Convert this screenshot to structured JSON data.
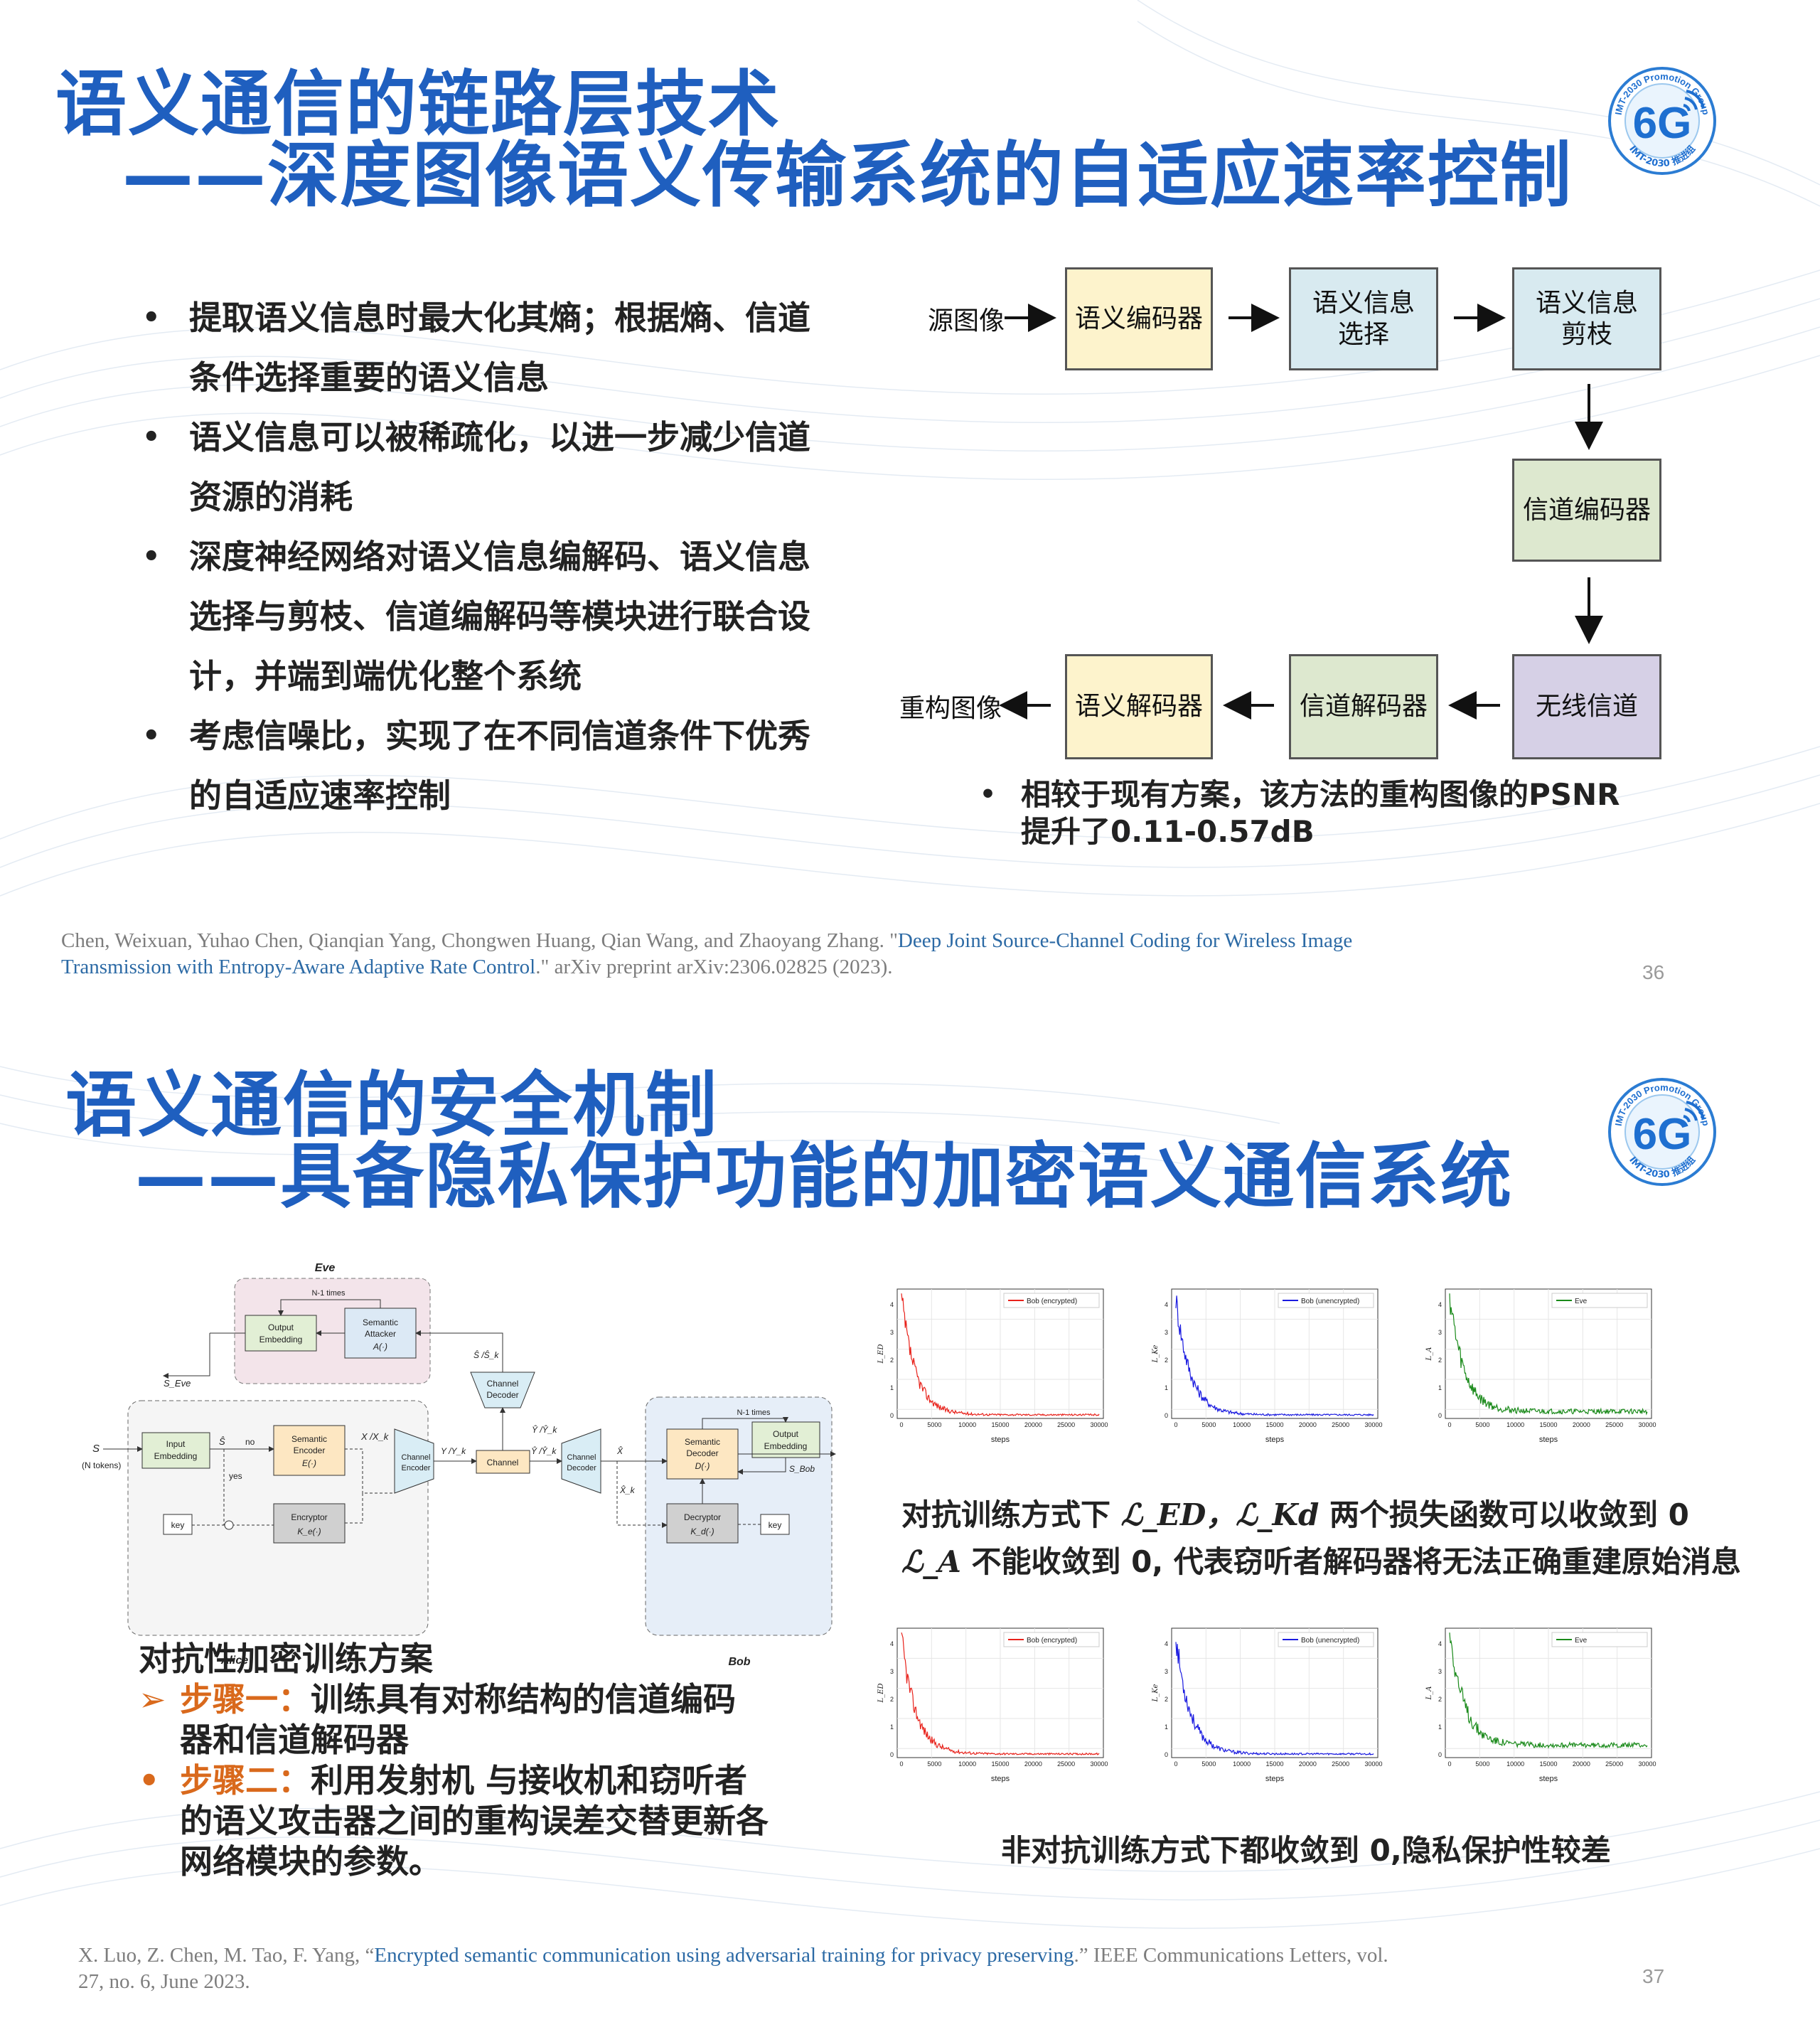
{
  "slide1": {
    "title_line1": "语义通信的链路层技术",
    "title_line2": "——深度图像语义传输系统的自适应速率控制",
    "bullets": [
      {
        "line1": "提取语义信息时最大化其熵；根据熵、信道",
        "line2": "条件选择重要的语义信息"
      },
      {
        "line1": "语义信息可以被稀疏化，以进一步减少信道",
        "line2": "资源的消耗"
      },
      {
        "line1": "深度神经网络对语义信息编解码、语义信息",
        "line2": "选择与剪枝、信道编解码等模块进行联合设",
        "line3": "计，并端到端优化整个系统"
      },
      {
        "line1": "考虑信噪比，实现了在不同信道条件下优秀",
        "line2": "的自适应速率控制"
      }
    ],
    "flow": {
      "source_label": "源图像",
      "output_label": "重构图像",
      "sem_encoder": "语义编码器",
      "sem_select_l1": "语义信息",
      "sem_select_l2": "选择",
      "sem_prune_l1": "语义信息",
      "sem_prune_l2": "剪枝",
      "chan_encoder": "信道编码器",
      "wireless": "无线信道",
      "chan_decoder": "信道解码器",
      "sem_decoder": "语义解码器"
    },
    "note_l1": "相较于现有方案，该方法的重构图像的PSNR",
    "note_l2": "提升了0.11-0.57dB",
    "ref_plain1": "Chen, Weixuan, Yuhao Chen, Qianqian Yang, Chongwen Huang, Qian Wang, and Zhaoyang Zhang. \"",
    "ref_link1": "Deep Joint Source-Channel Coding for Wireless Image",
    "ref_link2": "Transmission with Entropy-Aware Adaptive Rate Control",
    "ref_plain2": ".\" arXiv preprint arXiv:2306.02825 (2023).",
    "page": "36"
  },
  "slide2": {
    "title_line1": "语义通信的安全机制",
    "title_line2": "——具备隐私保护功能的加密语义通信系统",
    "diagram": {
      "eve": "Eve",
      "alice": "Alice",
      "bob": "Bob",
      "n1_times": "N-1 times",
      "output_embedding": "Output Embedding",
      "semantic_attacker": "Semantic Attacker A(·)",
      "channel_decoder": "Channel Decoder",
      "s_eve": "S_Eve",
      "input_embedding": "Input Embedding",
      "semantic_encoder": "Semantic Encoder E(·)",
      "encryptor": "Encryptor K_e(·)",
      "channel_encoder": "Channel Encoder",
      "channel": "Channel",
      "semantic_decoder": "Semantic Decoder D(·)",
      "decryptor": "Decryptor K_d(·)",
      "key": "key",
      "s_input": "S",
      "n_tokens": "(N tokens)",
      "no": "no",
      "yes": "yes",
      "s_bob": "S_Bob"
    },
    "charts_top": [
      {
        "legend": "Bob (encrypted)",
        "ylabel": "L_ED",
        "color": "#e8221b"
      },
      {
        "legend": "Bob (unencrypted)",
        "ylabel": "L_Ke",
        "color": "#1a1ae0"
      },
      {
        "legend": "Eve",
        "ylabel": "L_A",
        "color": "#1a8a1a"
      }
    ],
    "charts_bottom": [
      {
        "legend": "Bob (encrypted)",
        "ylabel": "L_ED",
        "color": "#e8221b"
      },
      {
        "legend": "Bob (unencrypted)",
        "ylabel": "L_Ke",
        "color": "#1a1ae0"
      },
      {
        "legend": "Eve",
        "ylabel": "L_A",
        "color": "#1a8a1a"
      }
    ],
    "axis": {
      "xlabel": "steps",
      "xticks": [
        "0",
        "5000",
        "10000",
        "15000",
        "20000",
        "25000",
        "30000"
      ],
      "yticks": [
        "0",
        "1",
        "2",
        "3",
        "4"
      ]
    },
    "caption1_pre": "对抗训练方式下 ",
    "caption1_math": "ℒ_ED，ℒ_Kd",
    "caption1_post": " 两个损失函数可以收敛到 0",
    "caption2_math": "ℒ_A",
    "caption2_post": " 不能收敛到 0, 代表窃听者解码器将无法正确重建原始消息",
    "caption3": "非对抗训练方式下都收敛到 0,隐私保护性较差",
    "scheme_title": "对抗性加密训练方案",
    "step1_label": "步骤一：",
    "step1_l1": "训练具有对称结构的信道编码",
    "step1_l2": "器和信道解码器",
    "step2_label": "步骤二：",
    "step2_l1": "利用发射机 与接收机和窃听者",
    "step2_l2": "的语义攻击器之间的重构误差交替更新各",
    "step2_l3": "网络模块的参数。",
    "ref_plain1": "X. Luo, Z. Chen, M. Tao, F. Yang, “",
    "ref_link": "Encrypted semantic communication using adversarial training for privacy preserving",
    "ref_plain2": ".” IEEE Communications Letters, vol.",
    "ref_line2": "27, no. 6, June 2023.",
    "page": "37"
  },
  "logo": {
    "top_text": "IMT-2030 Promotion Group",
    "mark": "6G",
    "bottom_text": "IMT-2030 推进组"
  },
  "colors": {
    "title": "#1f5fbf",
    "yellow_box": "#fdf3cc",
    "blue_box": "#d8eaf0",
    "green_box": "#dde8cf",
    "purple_box": "#d6d0e6",
    "accent_orange": "#d9691c"
  }
}
